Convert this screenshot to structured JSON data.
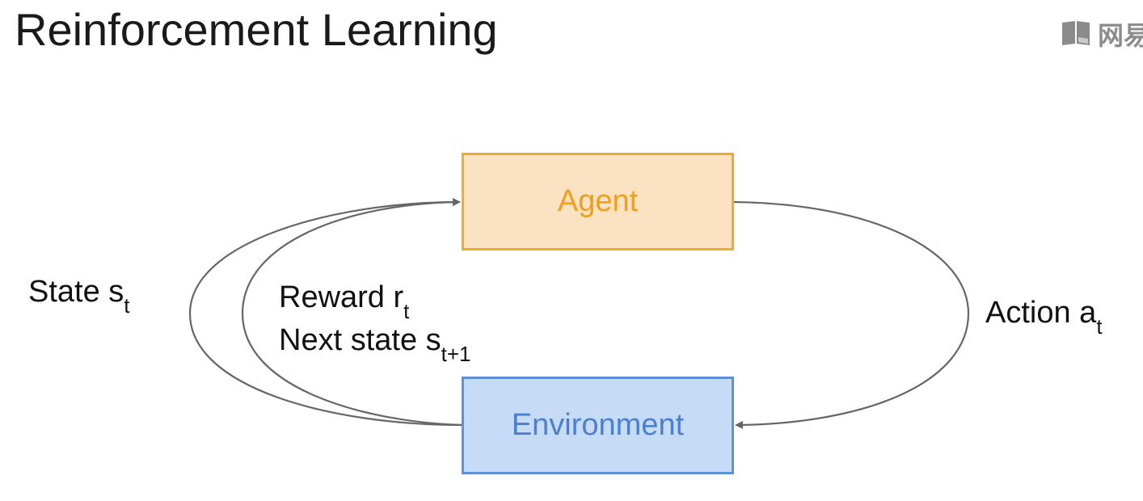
{
  "title": "Reinforcement Learning",
  "watermark": {
    "text": "网易",
    "icon": "book-logo-icon"
  },
  "nodes": {
    "agent": "Agent",
    "environment": "Environment"
  },
  "edges": {
    "state": {
      "main": "State s",
      "sub": "t"
    },
    "reward": {
      "main": "Reward r",
      "sub": "t"
    },
    "next_state": {
      "main": "Next state s",
      "sub": "t+1"
    },
    "action": {
      "main": "Action a",
      "sub": "t"
    }
  },
  "colors": {
    "agent_fill": "#fbe2c3",
    "agent_border": "#efab2b",
    "agent_text": "#ee9f1e",
    "environment_fill": "#c6dbf6",
    "environment_border": "#5f91d8",
    "environment_text": "#4c7fd0",
    "arrow": "#666666"
  }
}
